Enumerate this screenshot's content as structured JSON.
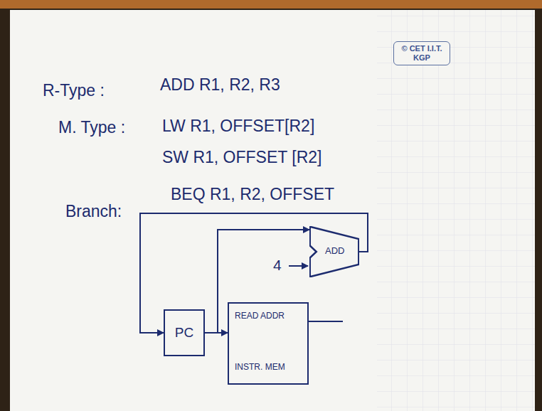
{
  "diagram": {
    "nodes": [
      {
        "text": [
          "© CET I.I.T. KGP"
        ]
      },
      {
        "text": [
          "ADD"
        ]
      },
      {
        "text": [
          "PC"
        ]
      },
      {
        "text": [
          "READ ADDR",
          "INSTR. MEM"
        ]
      }
    ],
    "edges": [
      {
        "from": 2,
        "to": 1,
        "arrow": "to"
      },
      {
        "from": 1,
        "to": 2,
        "arrow": "to"
      },
      {
        "from": 2,
        "to": 3,
        "arrow": "to"
      }
    ],
    "labels": [
      "R-Type :",
      "ADD R1, R2, R3",
      "M. Type :",
      "LW R1, OFFSET[R2]",
      "SW R1, OFFSET [R2]",
      "Branch:",
      "BEQ R1, R2, OFFSET",
      "4"
    ]
  }
}
